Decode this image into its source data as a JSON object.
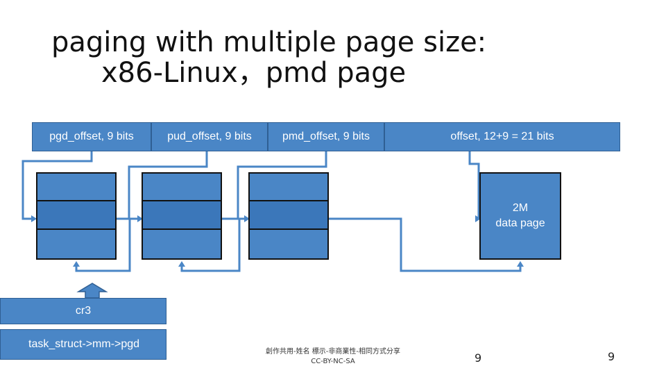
{
  "title": {
    "line1": "paging with multiple page size:",
    "line2": "x86-Linux，pmd page"
  },
  "fields": {
    "pgd": "pgd_offset, 9 bits",
    "pud": "pud_offset, 9 bits",
    "pmd": "pmd_offset, 9 bits",
    "offset": "offset, 12+9 = 21 bits"
  },
  "data_page": {
    "line1": "2M",
    "line2": "data page"
  },
  "registers": {
    "cr3": "cr3",
    "task": "task_struct->mm->pgd"
  },
  "footer": {
    "license_line1": "創作共用-姓名  標示-非商業性-相同方式分享",
    "license_line2": "CC-BY-NC-SA",
    "page_center": "9",
    "page_right": "9"
  },
  "colors": {
    "box_fill": "#4a86c6",
    "box_border": "#2f5f93",
    "connector": "#4a86c6"
  }
}
